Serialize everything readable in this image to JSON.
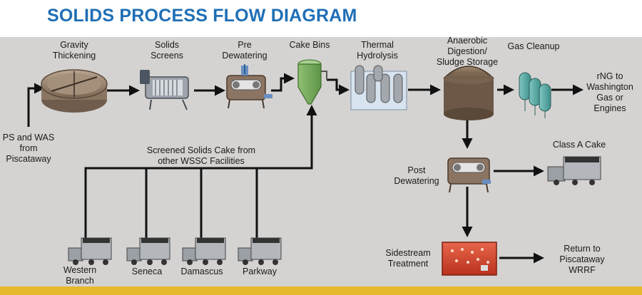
{
  "title": "SOLIDS PROCESS FLOW DIAGRAM",
  "labels": {
    "gravity_thickening": "Gravity\nThickening",
    "solids_screens": "Solids\nScreens",
    "pre_dewatering": "Pre\nDewatering",
    "cake_bins": "Cake Bins",
    "thermal_hydrolysis": "Thermal\nHydrolysis",
    "anaerobic_digestion": "Anaerobic\nDigestion/\nSludge Storage",
    "gas_cleanup": "Gas Cleanup",
    "rng": "rNG to\nWashington\nGas or\nEngines",
    "ps_was": "PS and WAS\nfrom\nPiscataway",
    "screened_solids": "Screened Solids Cake from\nother WSSC Facilities",
    "class_a_cake": "Class A Cake",
    "post_dewatering": "Post\nDewatering",
    "sidestream_treatment": "Sidestream\nTreatment",
    "return_piscataway": "Return to\nPiscataway\nWRRF",
    "western_branch": "Western\nBranch",
    "seneca": "Seneca",
    "damascus": "Damascus",
    "parkway": "Parkway"
  },
  "colors": {
    "title": "#1f6fb5",
    "panel": "#d5d3d1",
    "accent_bar": "#e6b82c",
    "flow_line": "#111111"
  }
}
